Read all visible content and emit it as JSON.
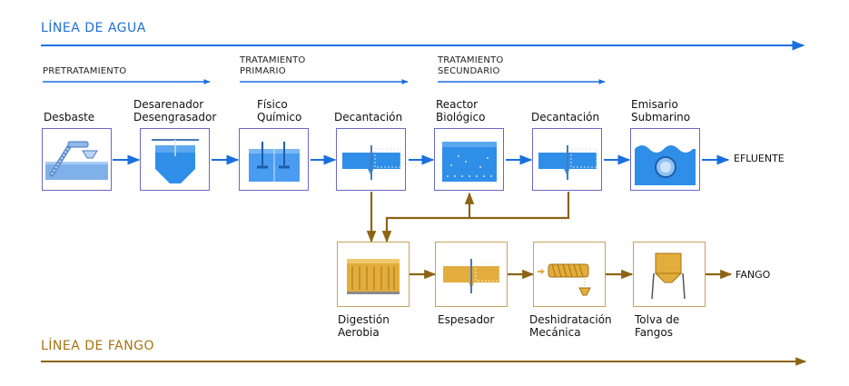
{
  "lines": {
    "water": "LÍNEA DE AGUA",
    "sludge": "LÍNEA DE FANGO"
  },
  "stages": {
    "pre": "PRETRATAMIENTO",
    "primary_1": "TRATAMIENTO",
    "primary_2": "PRIMARIO",
    "secondary_1": "TRATAMIENTO",
    "secondary_2": "SECUNDARIO"
  },
  "water_steps": [
    {
      "l1": "",
      "l2": "Desbaste",
      "icon": "screen-icon"
    },
    {
      "l1": "Desarenador",
      "l2": "Desengrasador",
      "icon": "grit-tank-icon"
    },
    {
      "l1": "Físico",
      "l2": "Químico",
      "icon": "mixer-tank-icon"
    },
    {
      "l1": "",
      "l2": "Decantación",
      "icon": "clarifier-icon"
    },
    {
      "l1": "Reactor",
      "l2": "Biológico",
      "icon": "bio-reactor-icon"
    },
    {
      "l1": "",
      "l2": "Decantación",
      "icon": "clarifier-icon"
    },
    {
      "l1": "Emisario",
      "l2": "Submarino",
      "icon": "outfall-icon"
    }
  ],
  "water_output": "EFLUENTE",
  "sludge_steps": [
    {
      "l1": "Digestión",
      "l2": "Aerobia",
      "icon": "digester-icon"
    },
    {
      "l1": "Espesador",
      "l2": "",
      "icon": "thickener-icon"
    },
    {
      "l1": "Deshidratación",
      "l2": "Mecánica",
      "icon": "screw-press-icon"
    },
    {
      "l1": "Tolva de",
      "l2": "Fangos",
      "icon": "hopper-icon"
    }
  ],
  "sludge_output": "FANGO",
  "colors": {
    "water": "#1a6fe0",
    "sludge": "#8c6414",
    "box_border": "#6a68c8",
    "sludge_border": "#c8a35a"
  }
}
